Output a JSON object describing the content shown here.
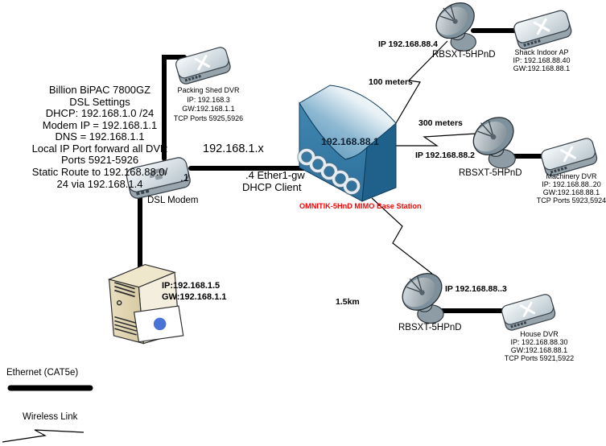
{
  "colors": {
    "accent_red": "#FF0000",
    "base_station_blue": "#2E76A5",
    "base_station_dark_blue": "#20618C",
    "line_black": "#000000",
    "device_gray": "#C8D2D8",
    "server_tan": "#E2D7B4"
  },
  "icons": {
    "switch": "switch-icon (isometric box with white crossed arrows)",
    "satellite_dish": "satellite-dish-icon (gray parabolic dish on mount)",
    "modem": "modem-icon (flat isometric box with handset glyph)",
    "server": "server-tower-icon (tan tower pc with card)",
    "base_station": "base-station-icon (blue scooped block with chain links)",
    "ethernet_line": "thick black line",
    "wireless_bolt": "thin black lightning-bolt line"
  },
  "notes": {
    "lines": [
      "Billion BiPAC 7800GZ",
      "DSL Settings",
      "DHCP: 192.168.1.0 /24",
      "Modem IP = 192.168.1.1",
      "DNS = 192.168.1.1",
      "Local IP Port forward all DVR",
      "Ports 5921-5926",
      "Static Route to 192.168.88.0/",
      "24 via 192.168.1.4"
    ]
  },
  "lan": {
    "segment_label": "192.168.1.x",
    "modem_port_label": ".1",
    "gateway_label": ".4 Ether1-gw",
    "dhcp_label": "DHCP Client"
  },
  "nodes": {
    "packing_dvr": {
      "caption": [
        "Packing Shed DVR",
        "IP: 192.168.3",
        "GW:192.168.1.1",
        "TCP Ports 5925,5926"
      ]
    },
    "dsl_modem": {
      "label": "DSL Modem"
    },
    "server": {
      "ip": "IP:192.168.1.5",
      "gw": "GW:192.168.1.1"
    },
    "base_station": {
      "ip": "192.168.88.1",
      "label": "OMNITIK-5HnD MIMO Base Station"
    },
    "dish_top": {
      "ip": "IP 192.168.88.4",
      "model": "RBSXT-5HPnD"
    },
    "dish_mid": {
      "ip": "IP 192.168.88.2",
      "model": "RBSXT-5HPnD"
    },
    "dish_bottom": {
      "ip": "IP 192.168.88..3",
      "model": "RBSXT-5HPnD"
    },
    "shack_ap": {
      "caption": [
        "Shack Indoor AP",
        "IP: 192.168.88.40",
        "GW:192.168.88.1"
      ]
    },
    "machinery_dvr": {
      "caption": [
        "Machinery DVR",
        "IP: 192.168.88..20",
        "GW:192.168.88.1",
        "TCP Ports 5923,5924"
      ]
    },
    "house_dvr": {
      "caption": [
        "House DVR",
        "IP: 192.168.88.30",
        "GW:192.168.88.1",
        "TCP Ports 5921,5922"
      ]
    }
  },
  "wireless": {
    "top_distance": "100 meters",
    "mid_distance": "300 meters",
    "bottom_distance": "1.5km"
  },
  "legend": {
    "ethernet": "Ethernet (CAT5e)",
    "wireless": "Wireless Link"
  }
}
